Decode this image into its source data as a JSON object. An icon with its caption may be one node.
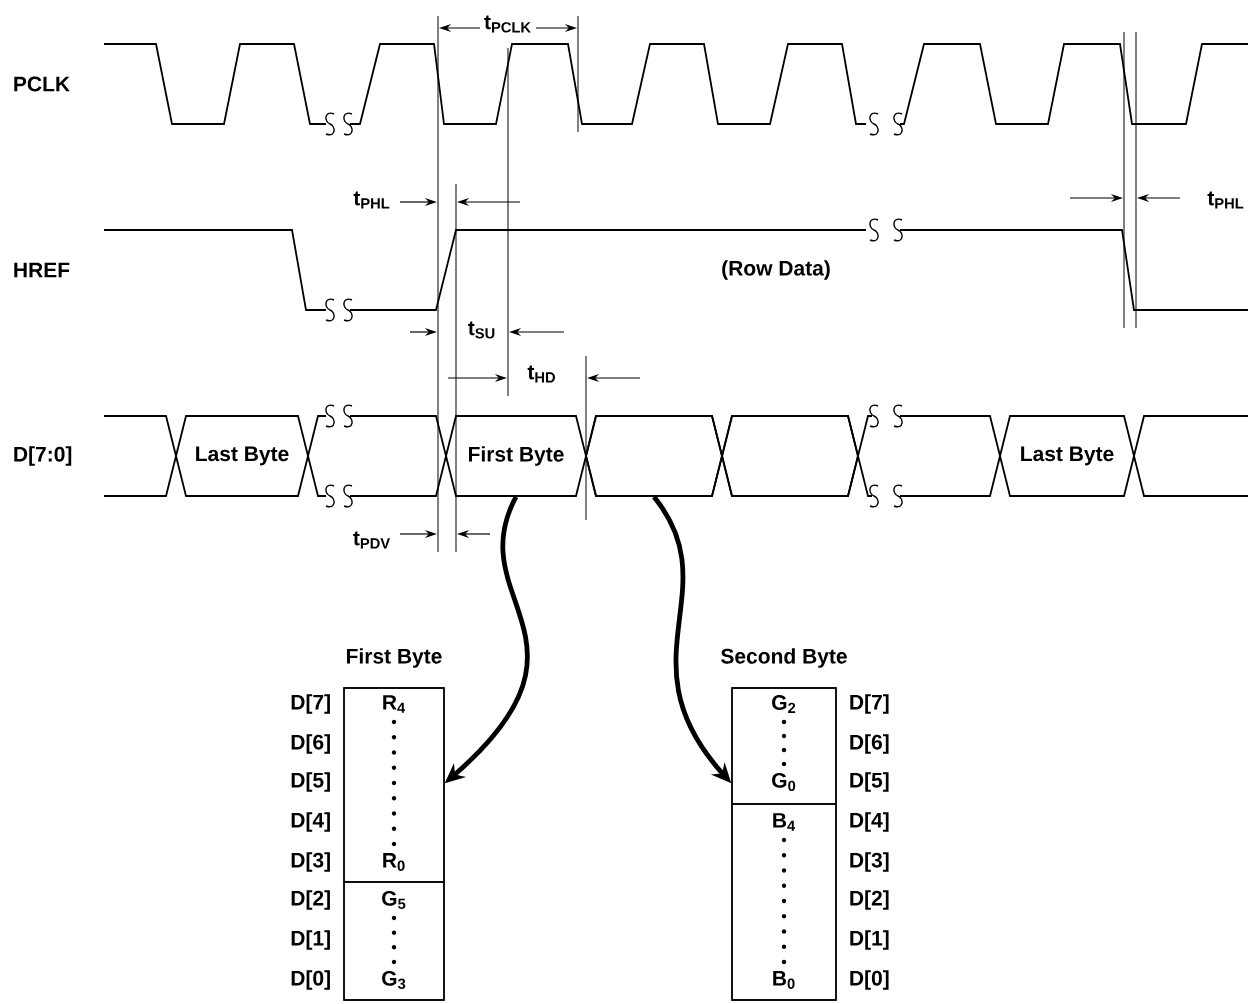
{
  "diagram": {
    "nodes": [
      {
        "text": [
          "Last Byte"
        ]
      },
      {
        "text": [
          "First Byte"
        ]
      },
      {
        "text": [],
        "shape": "hexagon"
      },
      {
        "text": [],
        "shape": "hexagon"
      },
      {
        "text": [
          "Last Byte"
        ]
      },
      {
        "text": [
          "First Byte"
        ]
      },
      {
        "text": [
          "R$_{4}$",
          "R$_{0}$"
        ],
        "in": 5
      },
      {
        "text": [
          "G$_{5}$",
          "G$_{3}$"
        ],
        "in": 5
      },
      {
        "text": [
          "Second Byte"
        ]
      },
      {
        "text": [
          "G$_{2}$",
          "G$_{0}$"
        ],
        "in": 8
      },
      {
        "text": [
          "B$_{4}$",
          "B$_{0}$"
        ],
        "in": 8
      }
    ],
    "edges": [
      {
        "from": 1,
        "to": 5,
        "arrow": "to"
      },
      {
        "from": 2,
        "to": 8,
        "arrow": "to"
      }
    ],
    "labels": [
      "t$_{PCLK}$",
      "PCLK",
      "t$_{PHL}$",
      "t$_{PHL}$",
      "HREF",
      "(Row Data)",
      "t$_{SU}$",
      "t$_{HD}$",
      "D[7:0]",
      "t$_{PDV}$",
      "D[7]",
      "D[7]",
      "D[6]",
      "D[6]",
      "D[5]",
      "D[5]",
      "D[4]",
      "D[4]",
      "D[3]",
      "D[3]",
      "D[2]",
      "D[2]",
      "D[1]",
      "D[1]",
      "D[0]",
      "D[0]"
    ]
  }
}
